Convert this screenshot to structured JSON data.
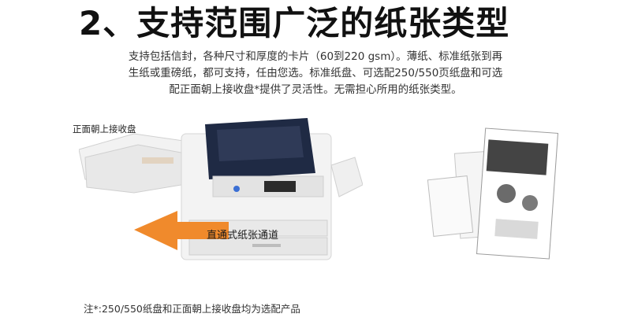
{
  "heading": "2、支持范围广泛的纸张类型",
  "description": {
    "line1": "支持包括信封，各种尺寸和厚度的卡片（60到220 gsm）。薄纸、标准纸张到再",
    "line2": "生纸或重磅纸，都可支持，任由您选。标准纸盘、可选配250/550页纸盘和可选",
    "line3": "配正面朝上接收盘*提供了灵活性。无需担心所用的纸张类型。"
  },
  "tray_label": "正面朝上接收盘",
  "arrow_label": "直通式纸张通道",
  "footnote": "注*:250/550纸盘和正面朝上接收盘均为选配产品",
  "colors": {
    "arrow": "#f08a2c",
    "printer_dark": "#1f2a44",
    "printer_body": "#eeeeee"
  },
  "icons": [
    "printer-illustration",
    "paper-path-arrow",
    "paper-samples-illustration"
  ]
}
